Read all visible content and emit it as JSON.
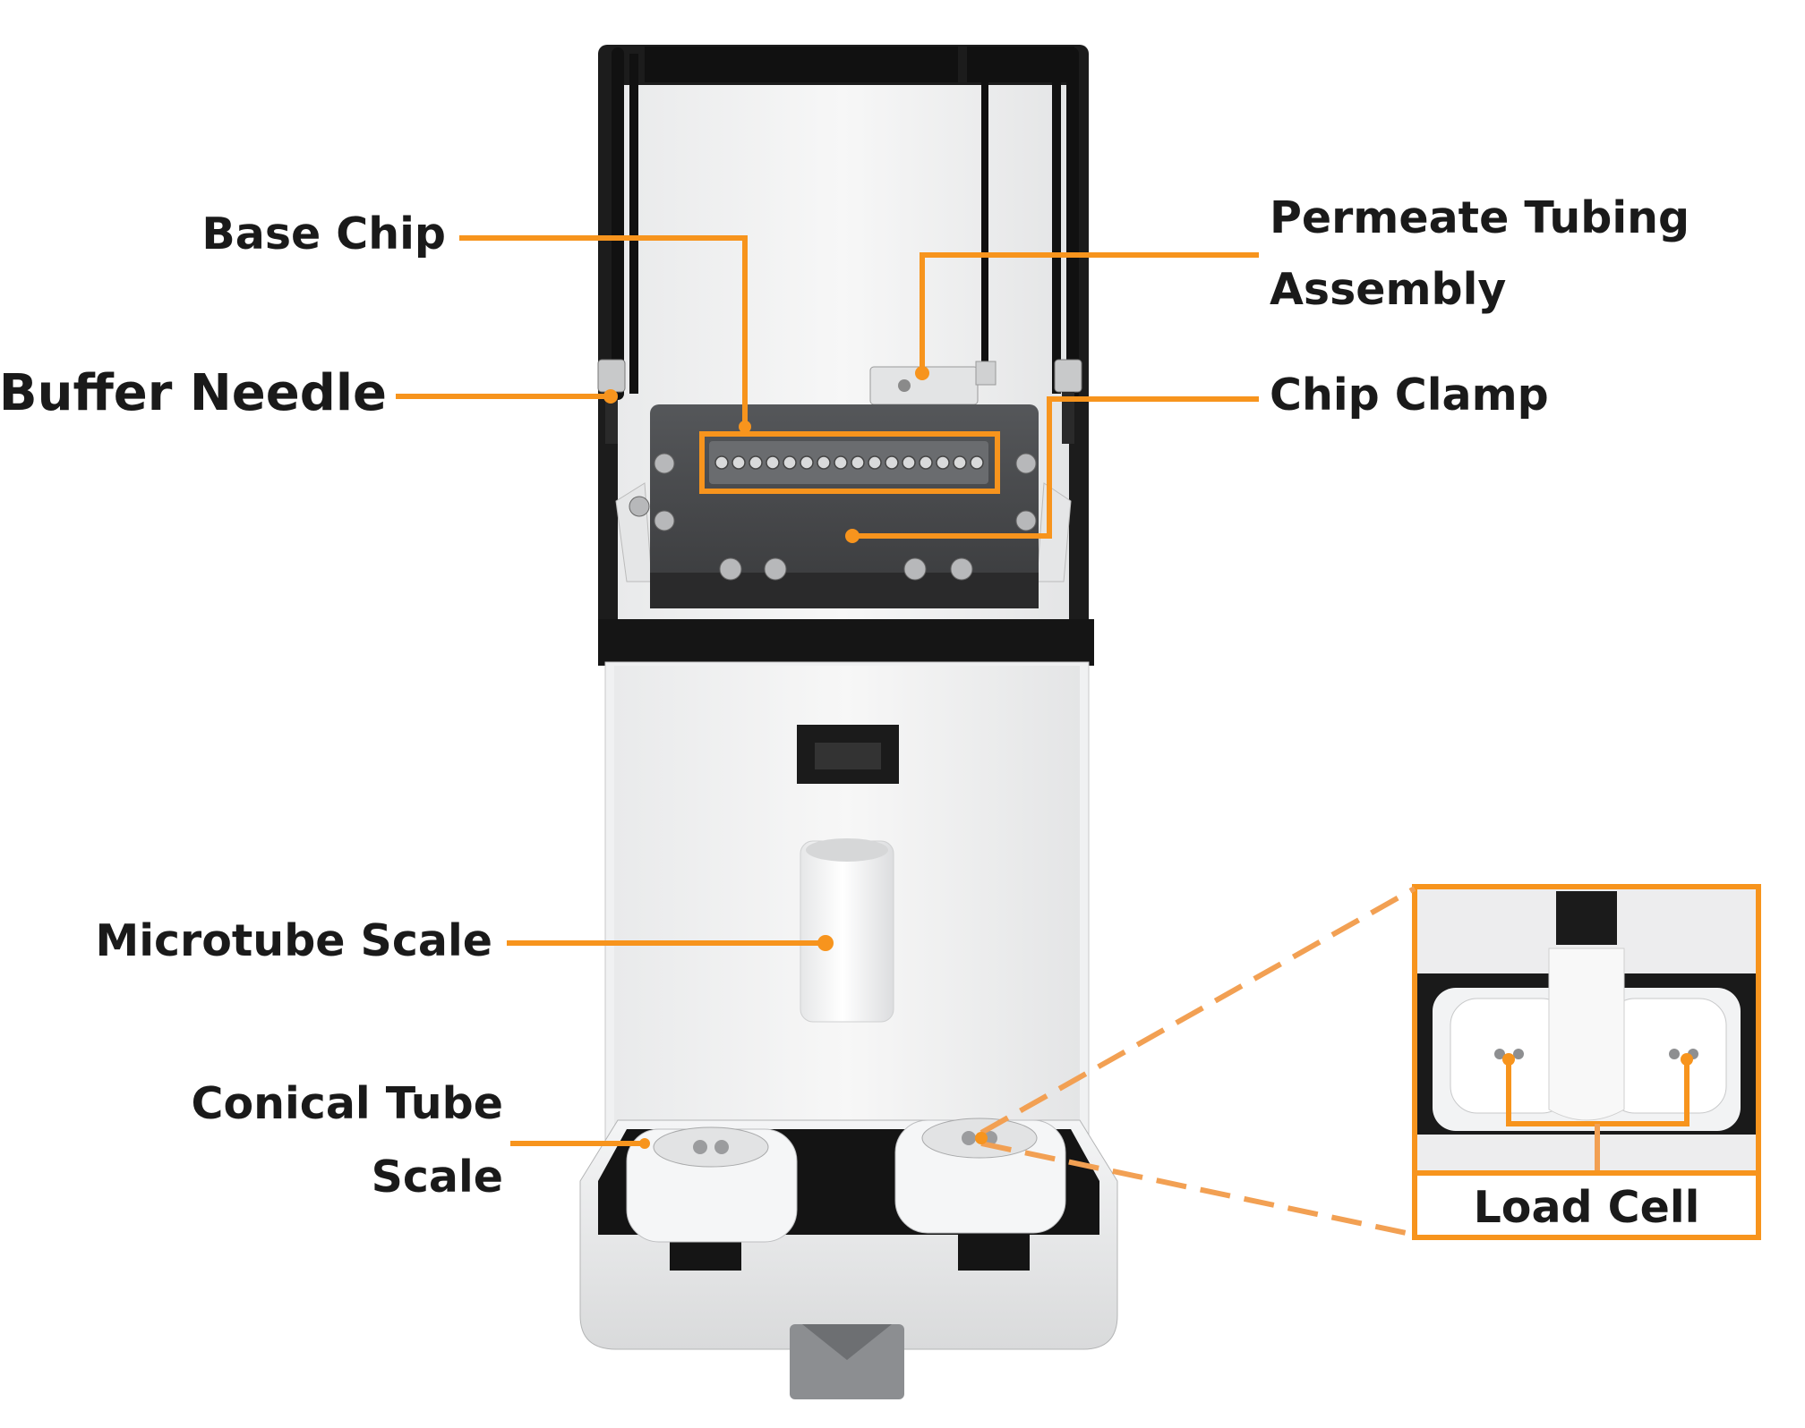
{
  "labels": {
    "base_chip": "Base Chip",
    "permeate_line1": "Permeate Tubing",
    "permeate_line2": "Assembly",
    "buffer_needle": "Buffer Needle",
    "chip_clamp": "Chip Clamp",
    "microtube_scale": "Microtube Scale",
    "conical_line1": "Conical Tube",
    "conical_line2": "Scale",
    "load_cell": "Load Cell"
  },
  "colors": {
    "accent": "#f7941d",
    "accent_light": "#f2a053",
    "text": "#1a1a1a",
    "body_white": "#f2f3f4",
    "dark": "#2b2b2b"
  }
}
